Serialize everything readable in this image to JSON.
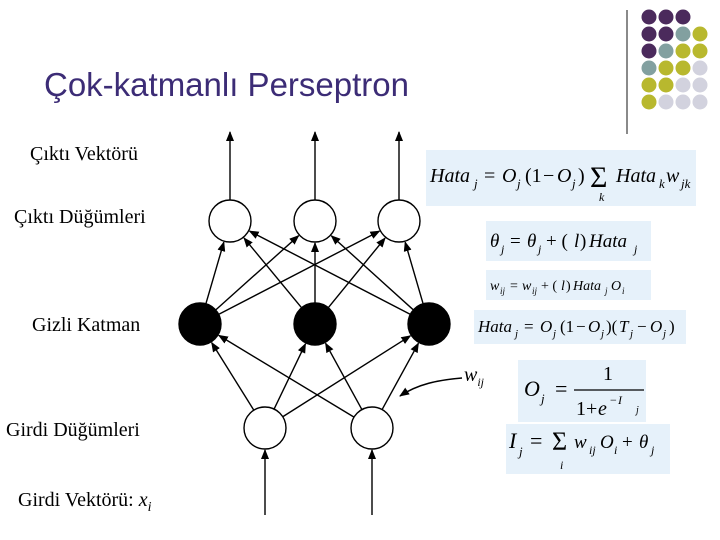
{
  "title": "Çok-katmanlı Perseptron",
  "labels": {
    "output_vector": "Çıktı Vektörü",
    "output_nodes": "Çıktı Düğümleri",
    "hidden_layer": "Gizli Katman",
    "input_nodes": "Girdi Düğümleri",
    "input_vector": "Girdi Vektörü: ",
    "input_vector_var": "x",
    "input_vector_sub": "i",
    "weight": "w",
    "weight_sub": "ij"
  },
  "formulas": {
    "error_hidden": "Hata_j = O_j(1 − O_j) Σ_k Hata_k w_jk",
    "bias_update": "θ_j = θ_j + (l) Hata_j",
    "weight_update": "w_ij = w_ij + (l) Hata_j O_i",
    "error_output": "Hata_j = O_j(1 − O_j)(T_j − O_j)",
    "sigmoid": "O_j = 1 / (1 + e^(−I_j))",
    "net_input": "I_j = Σ_i w_ij O_i + θ_j"
  },
  "colors": {
    "title": "#3c2c76",
    "dot_purple": "#4b2a5c",
    "dot_teal": "#82a0a0",
    "dot_olive": "#b8b82e",
    "dot_gray": "#d2d2de",
    "formula_bg": "#e6f1fa"
  }
}
